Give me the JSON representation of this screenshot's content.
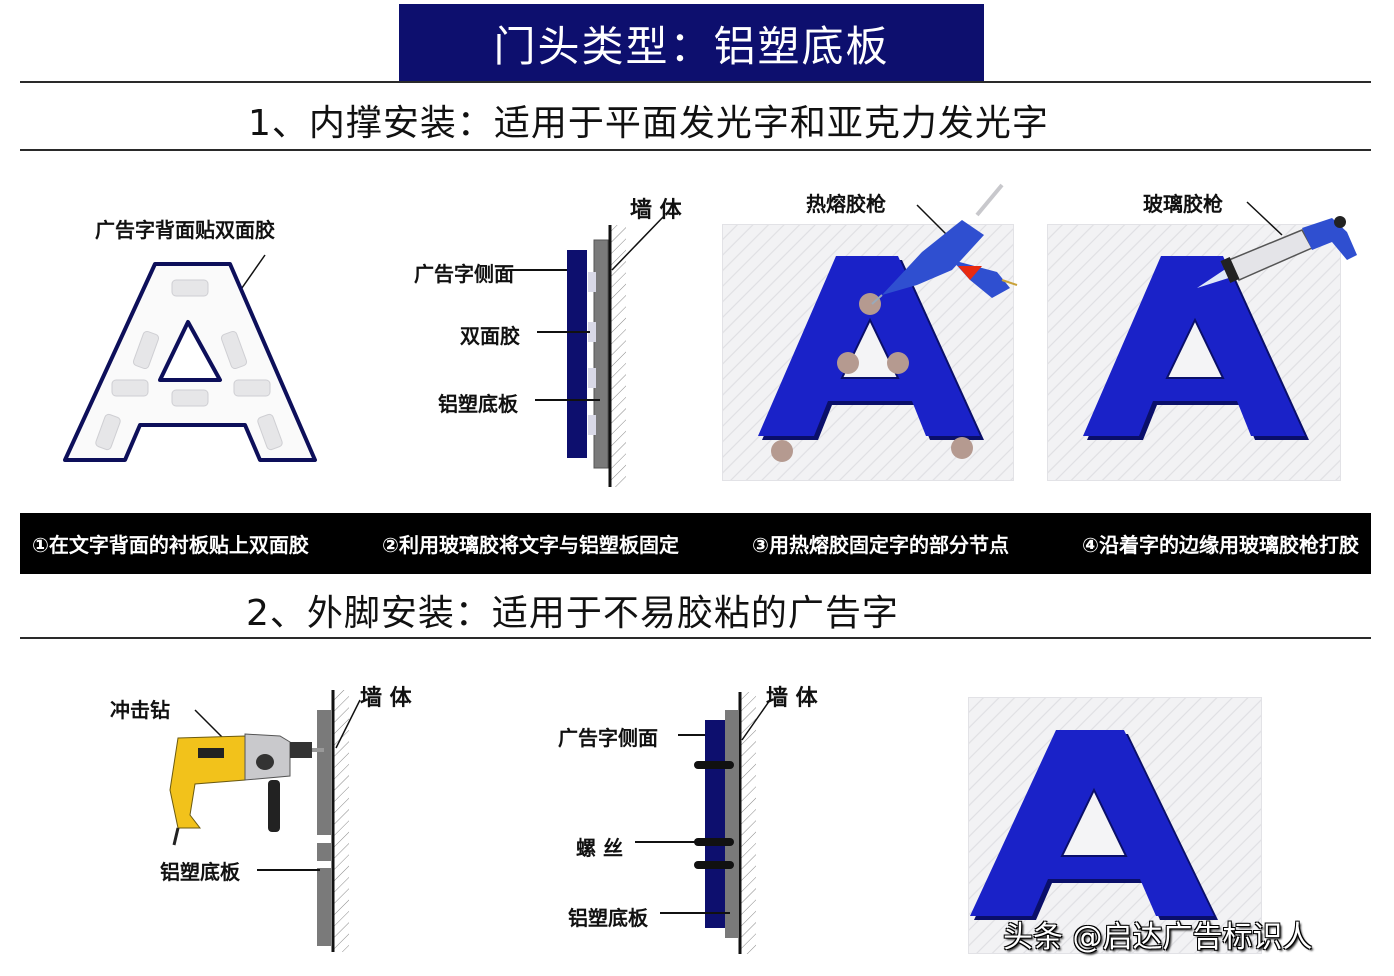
{
  "header": {
    "title": "门头类型：铝塑底板"
  },
  "section1": {
    "title": "1、内撑安装：适用于平面发光字和亚克力发光字",
    "diagram_a": {
      "label": "广告字背面贴双面胶",
      "letter": "A"
    },
    "diagram_b": {
      "wall_label": "墙 体",
      "labels": [
        "广告字侧面",
        "双面胶",
        "铝塑底板"
      ]
    },
    "diagram_c": {
      "label": "热熔胶枪",
      "letter": "A"
    },
    "diagram_d": {
      "label": "玻璃胶枪",
      "letter": "A"
    }
  },
  "steps": [
    "①在文字背面的衬板贴上双面胶",
    "②利用玻璃胶将文字与铝塑板固定",
    "③用热熔胶固定字的部分节点",
    "④沿着字的边缘用玻璃胶枪打胶"
  ],
  "section2": {
    "title": "2、外脚安装：适用于不易胶粘的广告字",
    "diagram_e": {
      "drill_label": "冲击钻",
      "wall_label": "墙 体",
      "board_label": "铝塑底板"
    },
    "diagram_f": {
      "wall_label": "墙 体",
      "labels": [
        "广告字侧面",
        "螺 丝",
        "铝塑底板"
      ]
    },
    "diagram_g": {
      "letter": "A"
    }
  },
  "watermark": "头条 @启达广告标识人",
  "colors": {
    "banner": "#0d0f6e",
    "letter_blue": "#1a22c8",
    "letter_dark": "#0a0f6a",
    "board_gray": "#7a7a7a",
    "glue_dot": "#b59a90",
    "drill_yellow": "#f2c21b"
  }
}
